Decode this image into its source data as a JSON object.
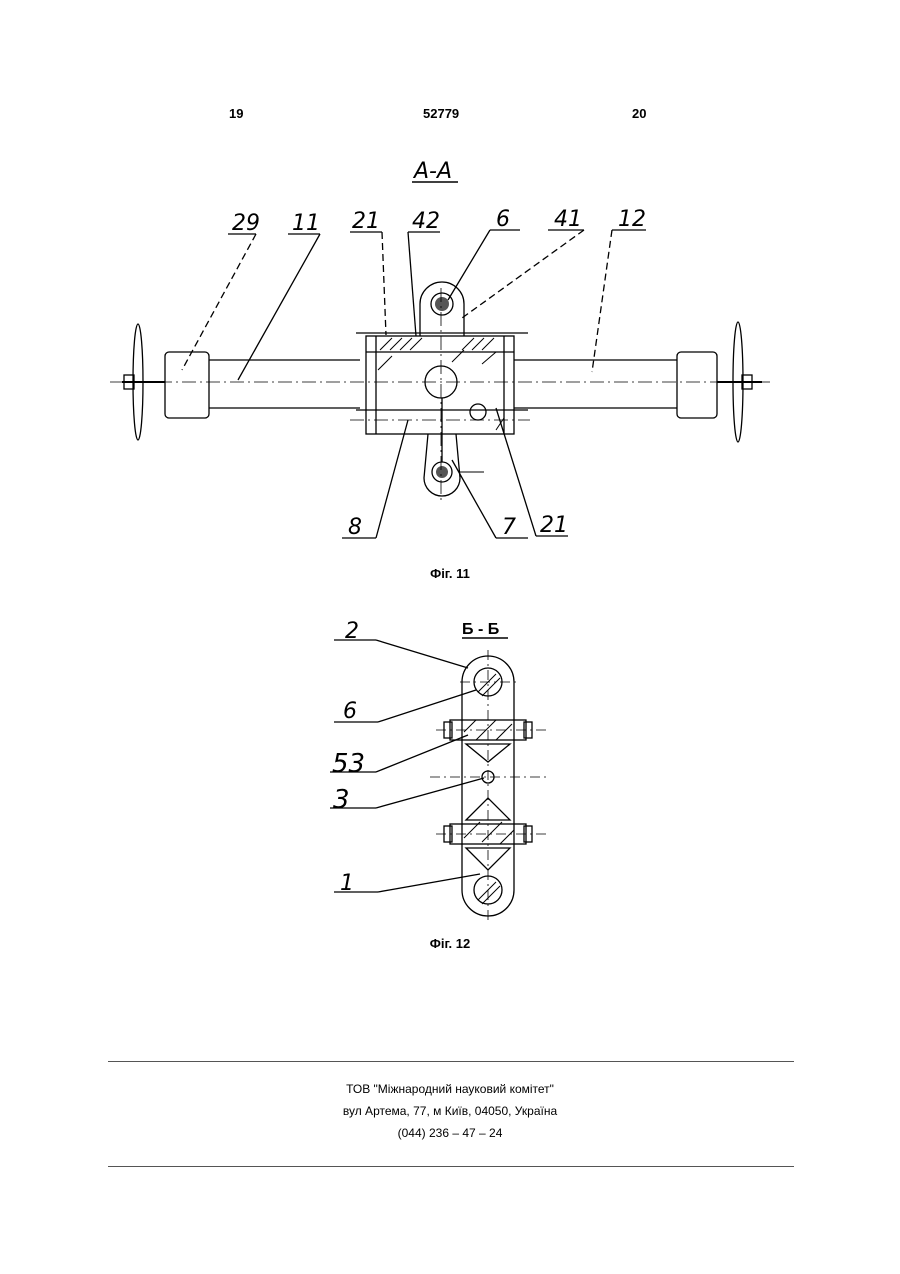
{
  "header": {
    "left_page": "19",
    "patent_number": "52779",
    "right_page": "20"
  },
  "figure11": {
    "section_title": "A-A",
    "caption": "Фіг. 11",
    "labels": [
      "29",
      "11",
      "21",
      "42",
      "6",
      "41",
      "12",
      "8",
      "7",
      "21"
    ]
  },
  "figure12": {
    "section_title": "Б - Б",
    "caption": "Фіг. 12",
    "labels": [
      "2",
      "6",
      "53",
      "3",
      "1"
    ]
  },
  "footer": {
    "org": "ТОВ \"Міжнародний науковий комітет\"",
    "address": "вул  Артема, 77, м  Київ, 04050, Україна",
    "phone": "(044) 236 – 47 – 24"
  }
}
